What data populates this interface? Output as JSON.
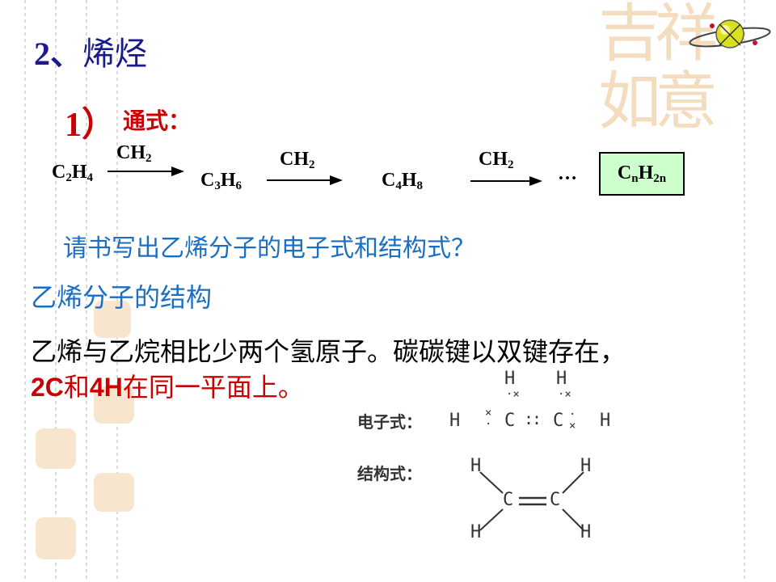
{
  "heading": {
    "number": "2、",
    "title": "烯烃"
  },
  "subheading": {
    "number": "1）",
    "label": "通式："
  },
  "series": {
    "arrow_label": "CH2",
    "formulas": [
      {
        "base": "C",
        "s1": "2",
        "mid": "H",
        "s2": "4"
      },
      {
        "base": "C",
        "s1": "3",
        "mid": "H",
        "s2": "6"
      },
      {
        "base": "C",
        "s1": "4",
        "mid": "H",
        "s2": "8"
      }
    ],
    "ellipsis": "…",
    "general": {
      "base": "C",
      "s1": "n",
      "mid": "H",
      "s2": "2n"
    }
  },
  "question": "请书写出乙烯分子的电子式和结构式？",
  "structure_title": "乙烯分子的结构",
  "explanation": {
    "line1": "乙烯与乙烷相比少两个氢原子。碳碳键以双键存在，",
    "line2_a": "2C",
    "line2_b": "和",
    "line2_c": "4H",
    "line2_d": "在同一平面上。"
  },
  "figure": {
    "electron_label": "电子式：",
    "structural_label": "结构式：",
    "H": "H",
    "C": "C"
  },
  "colors": {
    "heading": "#1a1a8c",
    "accent_red": "#cc0000",
    "blue_text": "#1a6fc4",
    "box_fill": "#ccffcc"
  }
}
